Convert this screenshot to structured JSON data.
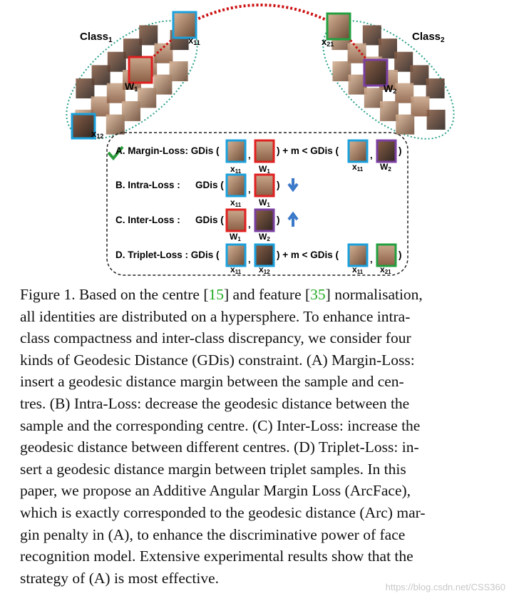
{
  "figure": {
    "class1_label": "Class",
    "class1_sub": "1",
    "class2_label": "Class",
    "class2_sub": "2",
    "x11": "x",
    "x11_sub": "11",
    "x12": "x",
    "x12_sub": "12",
    "x21": "x",
    "x21_sub": "21",
    "w1": "W",
    "w1_sub": "1",
    "w2": "W",
    "w2_sub": "2",
    "rows": [
      {
        "label": "A. Margin-Loss: GDis (",
        "mid": ") + m < GDis (",
        "end": ")"
      },
      {
        "label": "B. Intra-Loss :",
        "gdis": "GDis (",
        "end": ")"
      },
      {
        "label": "C. Inter-Loss :",
        "gdis": "GDis (",
        "end": ")"
      },
      {
        "label": "D. Triplet-Loss : GDis (",
        "mid": ") + m < GDis (",
        "end": ")"
      }
    ],
    "comma": ",",
    "colors": {
      "x11_frame": "#1aa0dc",
      "w1_frame": "#e02020",
      "w2_frame": "#7a3fa0",
      "x21_frame": "#22a040",
      "arrow": "#3a78c8",
      "dotted_ring": "#2aa088",
      "arc": "#cc1111",
      "check": "#2a9a3a"
    }
  },
  "caption": {
    "lines": [
      "Figure 1. Based on the centre [15] and feature [35] normalisation,",
      "all identities are distributed on a hypersphere.  To enhance intra-",
      "class compactness and inter-class discrepancy, we consider four",
      "kinds of Geodesic Distance (GDis) constraint.  (A) Margin-Loss:",
      "insert a geodesic distance margin between the sample and cen-",
      "tres.  (B) Intra-Loss: decrease the geodesic distance between the",
      "sample and the corresponding centre.  (C) Inter-Loss: increase the",
      "geodesic distance between different centres.  (D) Triplet-Loss: in-",
      "sert a geodesic distance margin between triplet samples.  In this",
      "paper, we propose an Additive Angular Margin Loss (ArcFace),",
      "which is exactly corresponded to the geodesic distance (Arc) mar-",
      "gin penalty in (A), to enhance the discriminative power of face",
      "recognition model.  Extensive experimental results show that the",
      "strategy of (A) is most effective."
    ],
    "ref15": "15",
    "ref35": "35"
  },
  "watermark": "https://blog.csdn.net/CSS360"
}
